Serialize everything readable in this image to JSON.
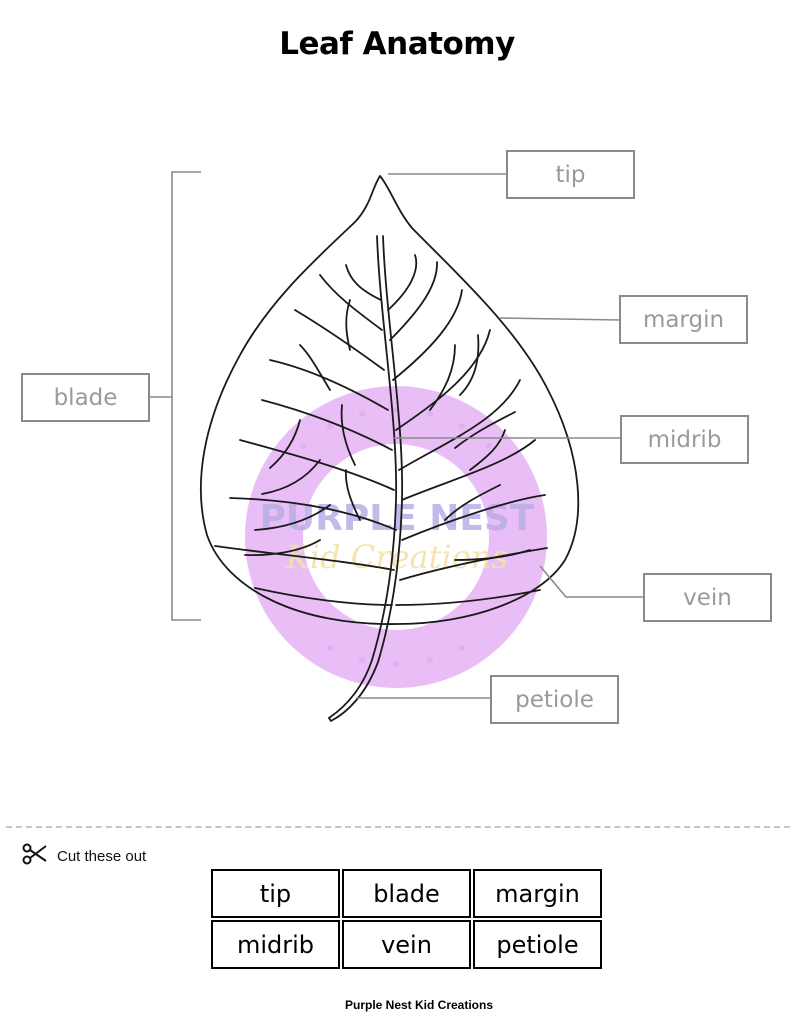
{
  "title": "Leaf Anatomy",
  "labels": {
    "tip": "tip",
    "blade": "blade",
    "margin": "margin",
    "midrib": "midrib",
    "vein": "vein",
    "petiole": "petiole"
  },
  "watermark": {
    "line1": "PURPLE NEST",
    "line2": "Kid Creations",
    "ring_color": "#e5b3f5",
    "text_color": "#b9aee6",
    "script_color": "#f3e3a8"
  },
  "cut_section": {
    "icon": "scissors-icon",
    "text": "Cut these out",
    "cards": [
      "tip",
      "blade",
      "margin",
      "midrib",
      "vein",
      "petiole"
    ]
  },
  "footer": "Purple Nest Kid Creations",
  "colors": {
    "box_border": "#8a8a8a",
    "label_text": "#9a9a9a",
    "leaf_outline": "#1a1a1a"
  }
}
